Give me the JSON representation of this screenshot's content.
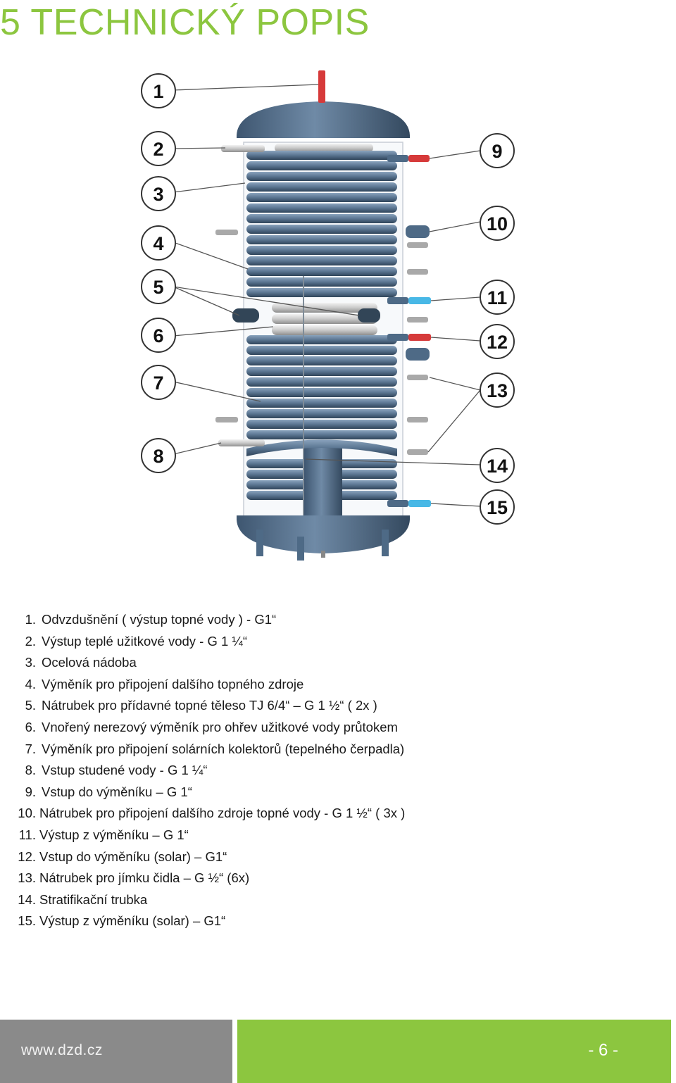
{
  "heading": "5 TECHNICKÝ POPIS",
  "figure": {
    "callouts": [
      "1",
      "2",
      "3",
      "4",
      "5",
      "6",
      "7",
      "8",
      "9",
      "10",
      "11",
      "12",
      "13",
      "14",
      "15"
    ]
  },
  "legend": [
    {
      "num": "1.",
      "text": "Odvzdušnění ( výstup topné vody ) - G1“"
    },
    {
      "num": "2.",
      "text": "Výstup teplé užitkové vody - G 1 ¼“"
    },
    {
      "num": "3.",
      "text": "Ocelová nádoba"
    },
    {
      "num": "4.",
      "text": "Výměník pro připojení dalšího topného zdroje"
    },
    {
      "num": "5.",
      "text": "Nátrubek pro přídavné topné těleso TJ 6/4“ – G 1 ½“  ( 2x )"
    },
    {
      "num": "6.",
      "text": "Vnořený nerezový výměník pro ohřev užitkové vody průtokem"
    },
    {
      "num": "7.",
      "text": "Výměník pro připojení solárních kolektorů (tepelného čerpadla)"
    },
    {
      "num": "8.",
      "text": "Vstup studené vody - G 1 ¼“"
    },
    {
      "num": "9.",
      "text": "Vstup  do výměníku – G 1“"
    },
    {
      "num": "10.",
      "text": "Nátrubek pro připojení dalšího zdroje topné vody - G 1 ½“  ( 3x )"
    },
    {
      "num": "11.",
      "text": "Výstup z výměníku – G 1“"
    },
    {
      "num": "12.",
      "text": "Vstup do výměníku (solar) – G1“"
    },
    {
      "num": "13.",
      "text": "Nátrubek pro jímku čidla – G ½“  (6x)"
    },
    {
      "num": "14.",
      "text": "Stratifikační trubka"
    },
    {
      "num": "15.",
      "text": "Výstup z výměníku (solar) – G1“"
    }
  ],
  "footer": {
    "url": "www.dzd.cz",
    "page": "- 6 -"
  },
  "colors": {
    "accent_green": "#8cc63f",
    "footer_grey": "#8a8a8a",
    "tank_blue": "#4e6a86",
    "hot_red": "#d63a3a",
    "cold_blue": "#48b8e6"
  }
}
